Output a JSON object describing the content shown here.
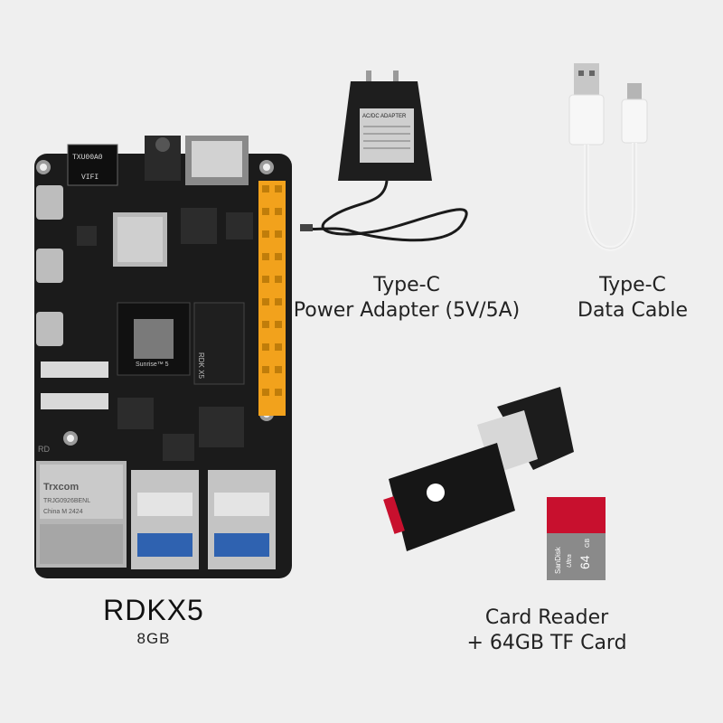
{
  "board": {
    "name": "RDKX5",
    "memory": "8GB",
    "labels": {
      "wifi_module_top": "TXU00A0",
      "wifi_module_bottom": "VIFI",
      "soc": "Sunrise™ 5",
      "board_text": "RDK X5",
      "eth_brand": "Trxcom",
      "eth_part": "TRJG0926BENL",
      "eth_origin": "China  M 2424",
      "side_letters": "RD"
    }
  },
  "power_adapter": {
    "line1": "Type-C",
    "line2": "Power Adapter (5V/5A)",
    "label_head": "AC/DC ADAPTER"
  },
  "data_cable": {
    "line1": "Type-C",
    "line2": "Data Cable"
  },
  "card_reader": {
    "line1": "Card Reader",
    "line2": "+ 64GB TF Card",
    "sd_brand": "SanDisk",
    "sd_line": "Ultra",
    "sd_capacity": "64",
    "sd_unit": "GB"
  },
  "colors": {
    "background": "#efefef",
    "pcb": "#1b1b1b",
    "header_pins": "#f2a21c",
    "sd_red": "#c8102e"
  }
}
